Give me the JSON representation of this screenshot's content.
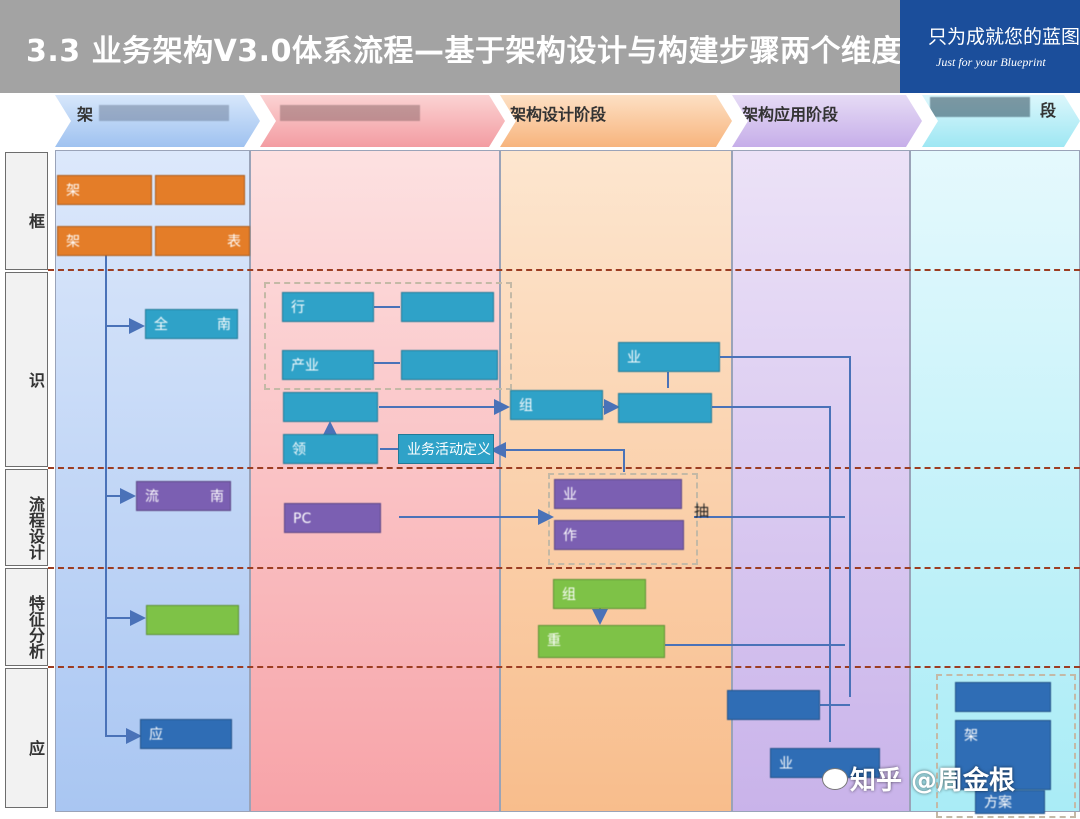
{
  "header": {
    "title": "3.3 业务架构V3.0体系流程—基于架构设计与构建步骤两个维度",
    "logo_cn": "只为成就您的蓝图",
    "logo_en": "Just for your Blueprint"
  },
  "phases": [
    "架",
    "",
    "架构设计阶段",
    "架构应用阶段",
    "段"
  ],
  "rows": [
    "框",
    "识",
    "流程设计",
    "特征分析",
    "应"
  ],
  "boxes": {
    "b1": "架",
    "b2": "",
    "b3": "架",
    "b4": "表",
    "b5": "全",
    "b6": "南",
    "b7": "流",
    "b8": "南",
    "b9": "",
    "b10": "应",
    "b11": "行",
    "b12": "",
    "b13": "产业",
    "b14": "",
    "b15": "",
    "b16": "领",
    "b17": "业务活动定义",
    "b18": "PC",
    "b19": "业",
    "b20": "组",
    "b21": "业",
    "b22": "作",
    "b23": "组",
    "b24": "重",
    "b25": "",
    "b26": "业",
    "b27": "",
    "b28": "",
    "b29": "架",
    "b30": "",
    "b31": "方案"
  },
  "notes": {
    "n1": "抽",
    "n2": ""
  },
  "watermark": "知乎 @周金根",
  "colors": {
    "orange": "#e47d28",
    "teal": "#2fa2c8",
    "purple": "#7b5fb2",
    "green": "#7ec247",
    "blue": "#2f6db5"
  },
  "icons": {
    "watermark": "zhihu-logo-icon"
  }
}
